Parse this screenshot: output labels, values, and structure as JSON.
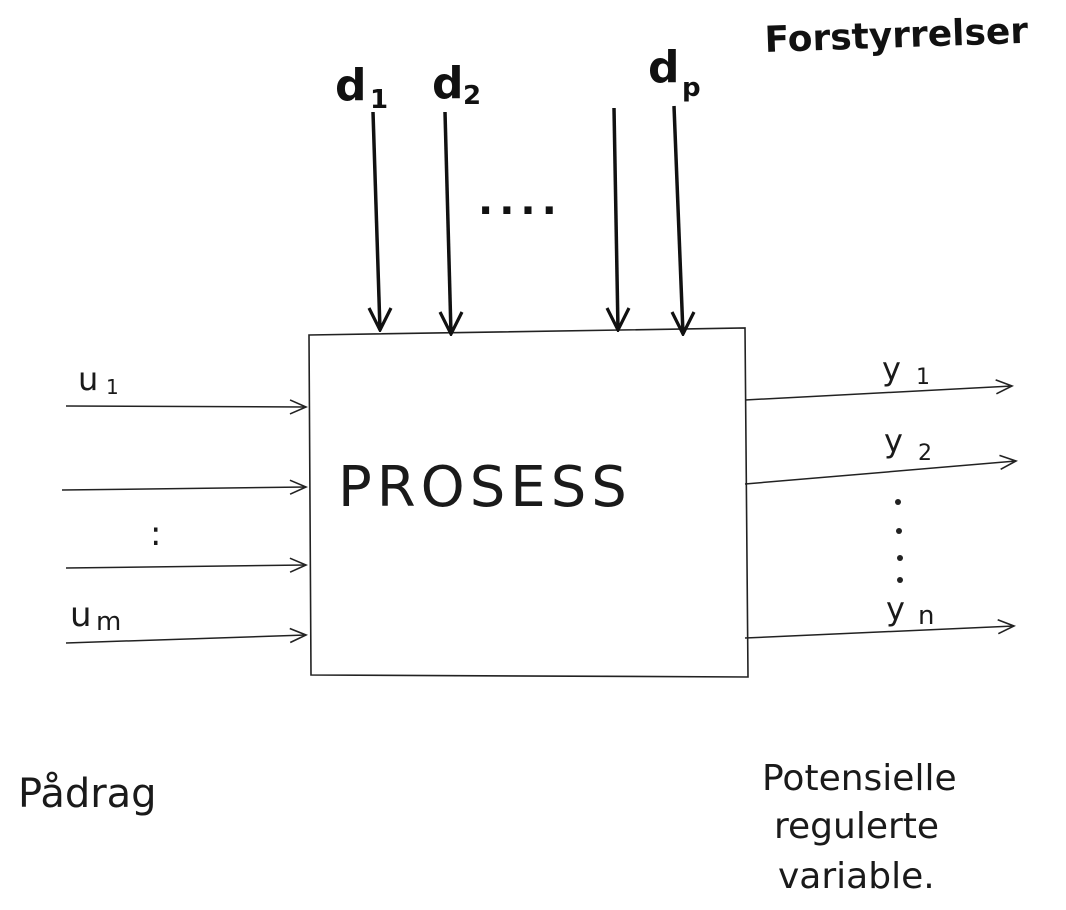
{
  "process": {
    "label": "PROSESS"
  },
  "disturbances": {
    "heading": "Forstyrrelser",
    "labels": [
      "d",
      "d",
      "d"
    ],
    "subscripts": [
      "1",
      "2",
      "p"
    ],
    "ellipsis": "...."
  },
  "inputs": {
    "heading": "Pådrag",
    "first_label": "u",
    "first_sub": "1",
    "last_label": "u",
    "last_sub": "m",
    "ellipsis": ":"
  },
  "outputs": {
    "heading_line1": "Potensielle",
    "heading_line2": "regulerte",
    "heading_line3": "variable.",
    "labels": [
      "y",
      "y",
      "y"
    ],
    "subscripts": [
      "1",
      "2",
      "n"
    ]
  }
}
